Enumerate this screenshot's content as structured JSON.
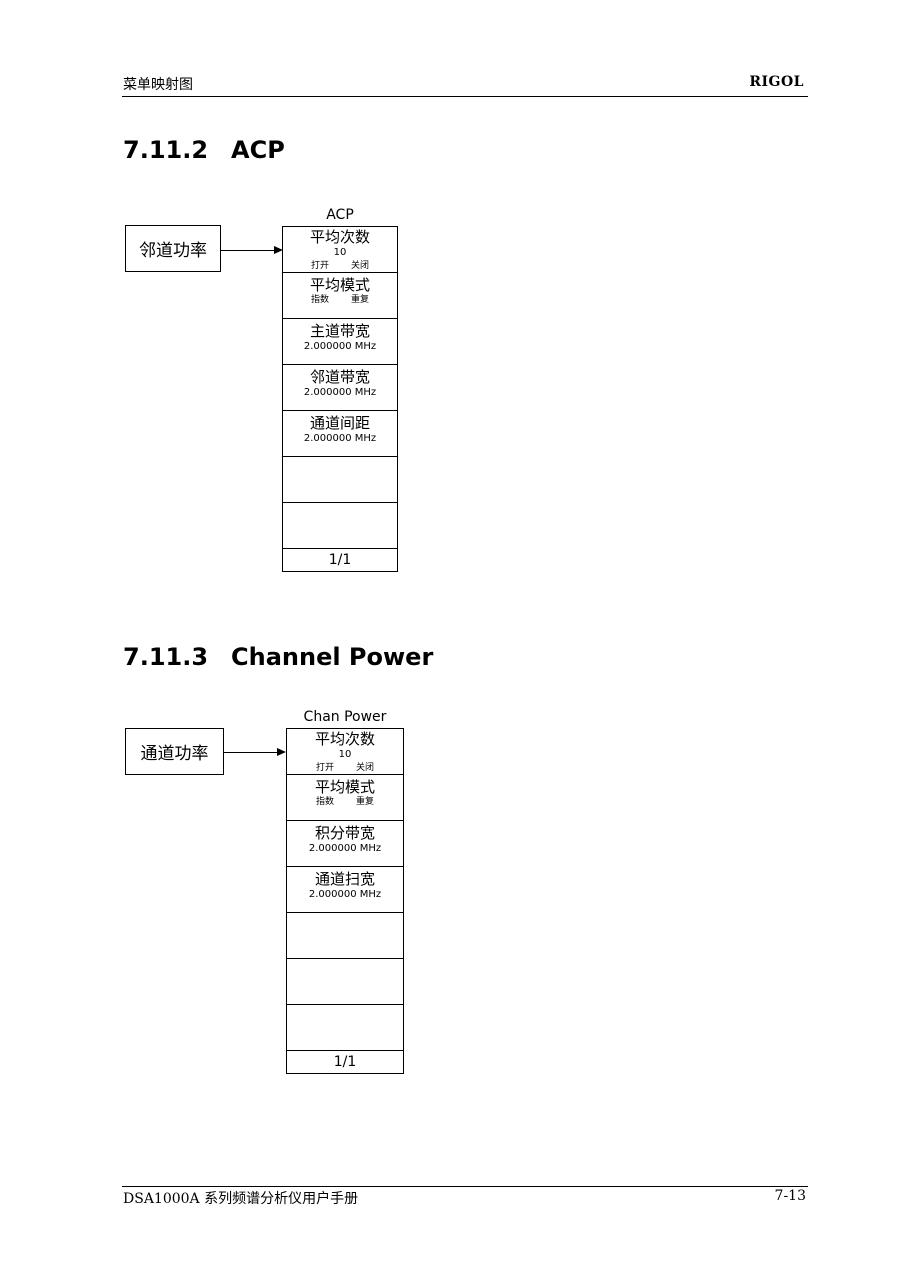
{
  "header": {
    "left": "菜单映射图",
    "brand": "RIGOL"
  },
  "sections": [
    {
      "number": "7.11.2",
      "title": "ACP",
      "source_label": "邻道功率",
      "menu_title": "ACP",
      "items": [
        {
          "title": "平均次数",
          "value": "10",
          "option_on": "打开",
          "option_off": "关闭"
        },
        {
          "title": "平均模式",
          "option_on": "指数",
          "option_off": "重复"
        },
        {
          "title": "主道带宽",
          "value": "2.000000 MHz"
        },
        {
          "title": "邻道带宽",
          "value": "2.000000 MHz"
        },
        {
          "title": "通道间距",
          "value": "2.000000 MHz"
        }
      ],
      "page": "1/1"
    },
    {
      "number": "7.11.3",
      "title": "Channel Power",
      "source_label": "通道功率",
      "menu_title": "Chan Power",
      "items": [
        {
          "title": "平均次数",
          "value": "10",
          "option_on": "打开",
          "option_off": "关闭"
        },
        {
          "title": "平均模式",
          "option_on": "指数",
          "option_off": "重复"
        },
        {
          "title": "积分带宽",
          "value": "2.000000 MHz"
        },
        {
          "title": "通道扫宽",
          "value": "2.000000 MHz"
        }
      ],
      "page": "1/1"
    }
  ],
  "footer": {
    "left": "DSA1000A 系列频谱分析仪用户手册",
    "page_number": "7-13"
  }
}
